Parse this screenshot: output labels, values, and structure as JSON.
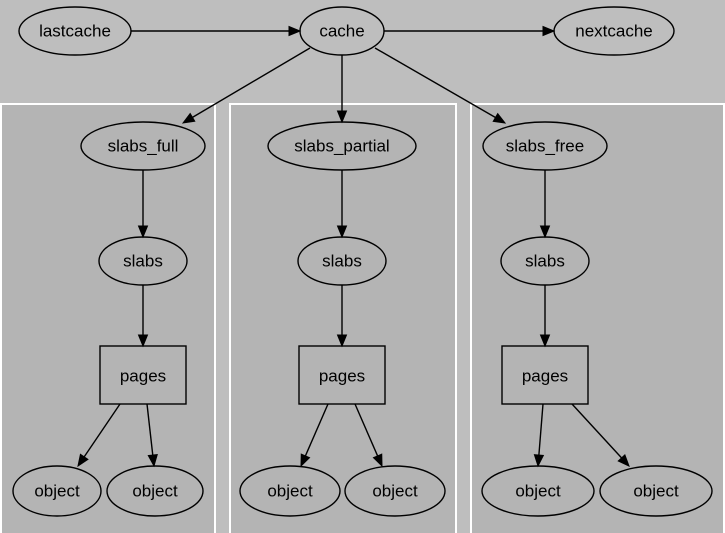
{
  "nodes": {
    "lastcache": "lastcache",
    "cache": "cache",
    "nextcache": "nextcache",
    "slabs_full": "slabs_full",
    "slabs_partial": "slabs_partial",
    "slabs_free": "slabs_free",
    "slabs_a": "slabs",
    "slabs_b": "slabs",
    "slabs_c": "slabs",
    "pages_a": "pages",
    "pages_b": "pages",
    "pages_c": "pages",
    "object_a1": "object",
    "object_a2": "object",
    "object_b1": "object",
    "object_b2": "object",
    "object_c1": "object",
    "object_c2": "object"
  },
  "edges": [
    [
      "lastcache",
      "cache"
    ],
    [
      "cache",
      "nextcache"
    ],
    [
      "cache",
      "slabs_full"
    ],
    [
      "cache",
      "slabs_partial"
    ],
    [
      "cache",
      "slabs_free"
    ],
    [
      "slabs_full",
      "slabs_a"
    ],
    [
      "slabs_partial",
      "slabs_b"
    ],
    [
      "slabs_free",
      "slabs_c"
    ],
    [
      "slabs_a",
      "pages_a"
    ],
    [
      "slabs_b",
      "pages_b"
    ],
    [
      "slabs_c",
      "pages_c"
    ],
    [
      "pages_a",
      "object_a1"
    ],
    [
      "pages_a",
      "object_a2"
    ],
    [
      "pages_b",
      "object_b1"
    ],
    [
      "pages_b",
      "object_b2"
    ],
    [
      "pages_c",
      "object_c1"
    ],
    [
      "pages_c",
      "object_c2"
    ]
  ]
}
